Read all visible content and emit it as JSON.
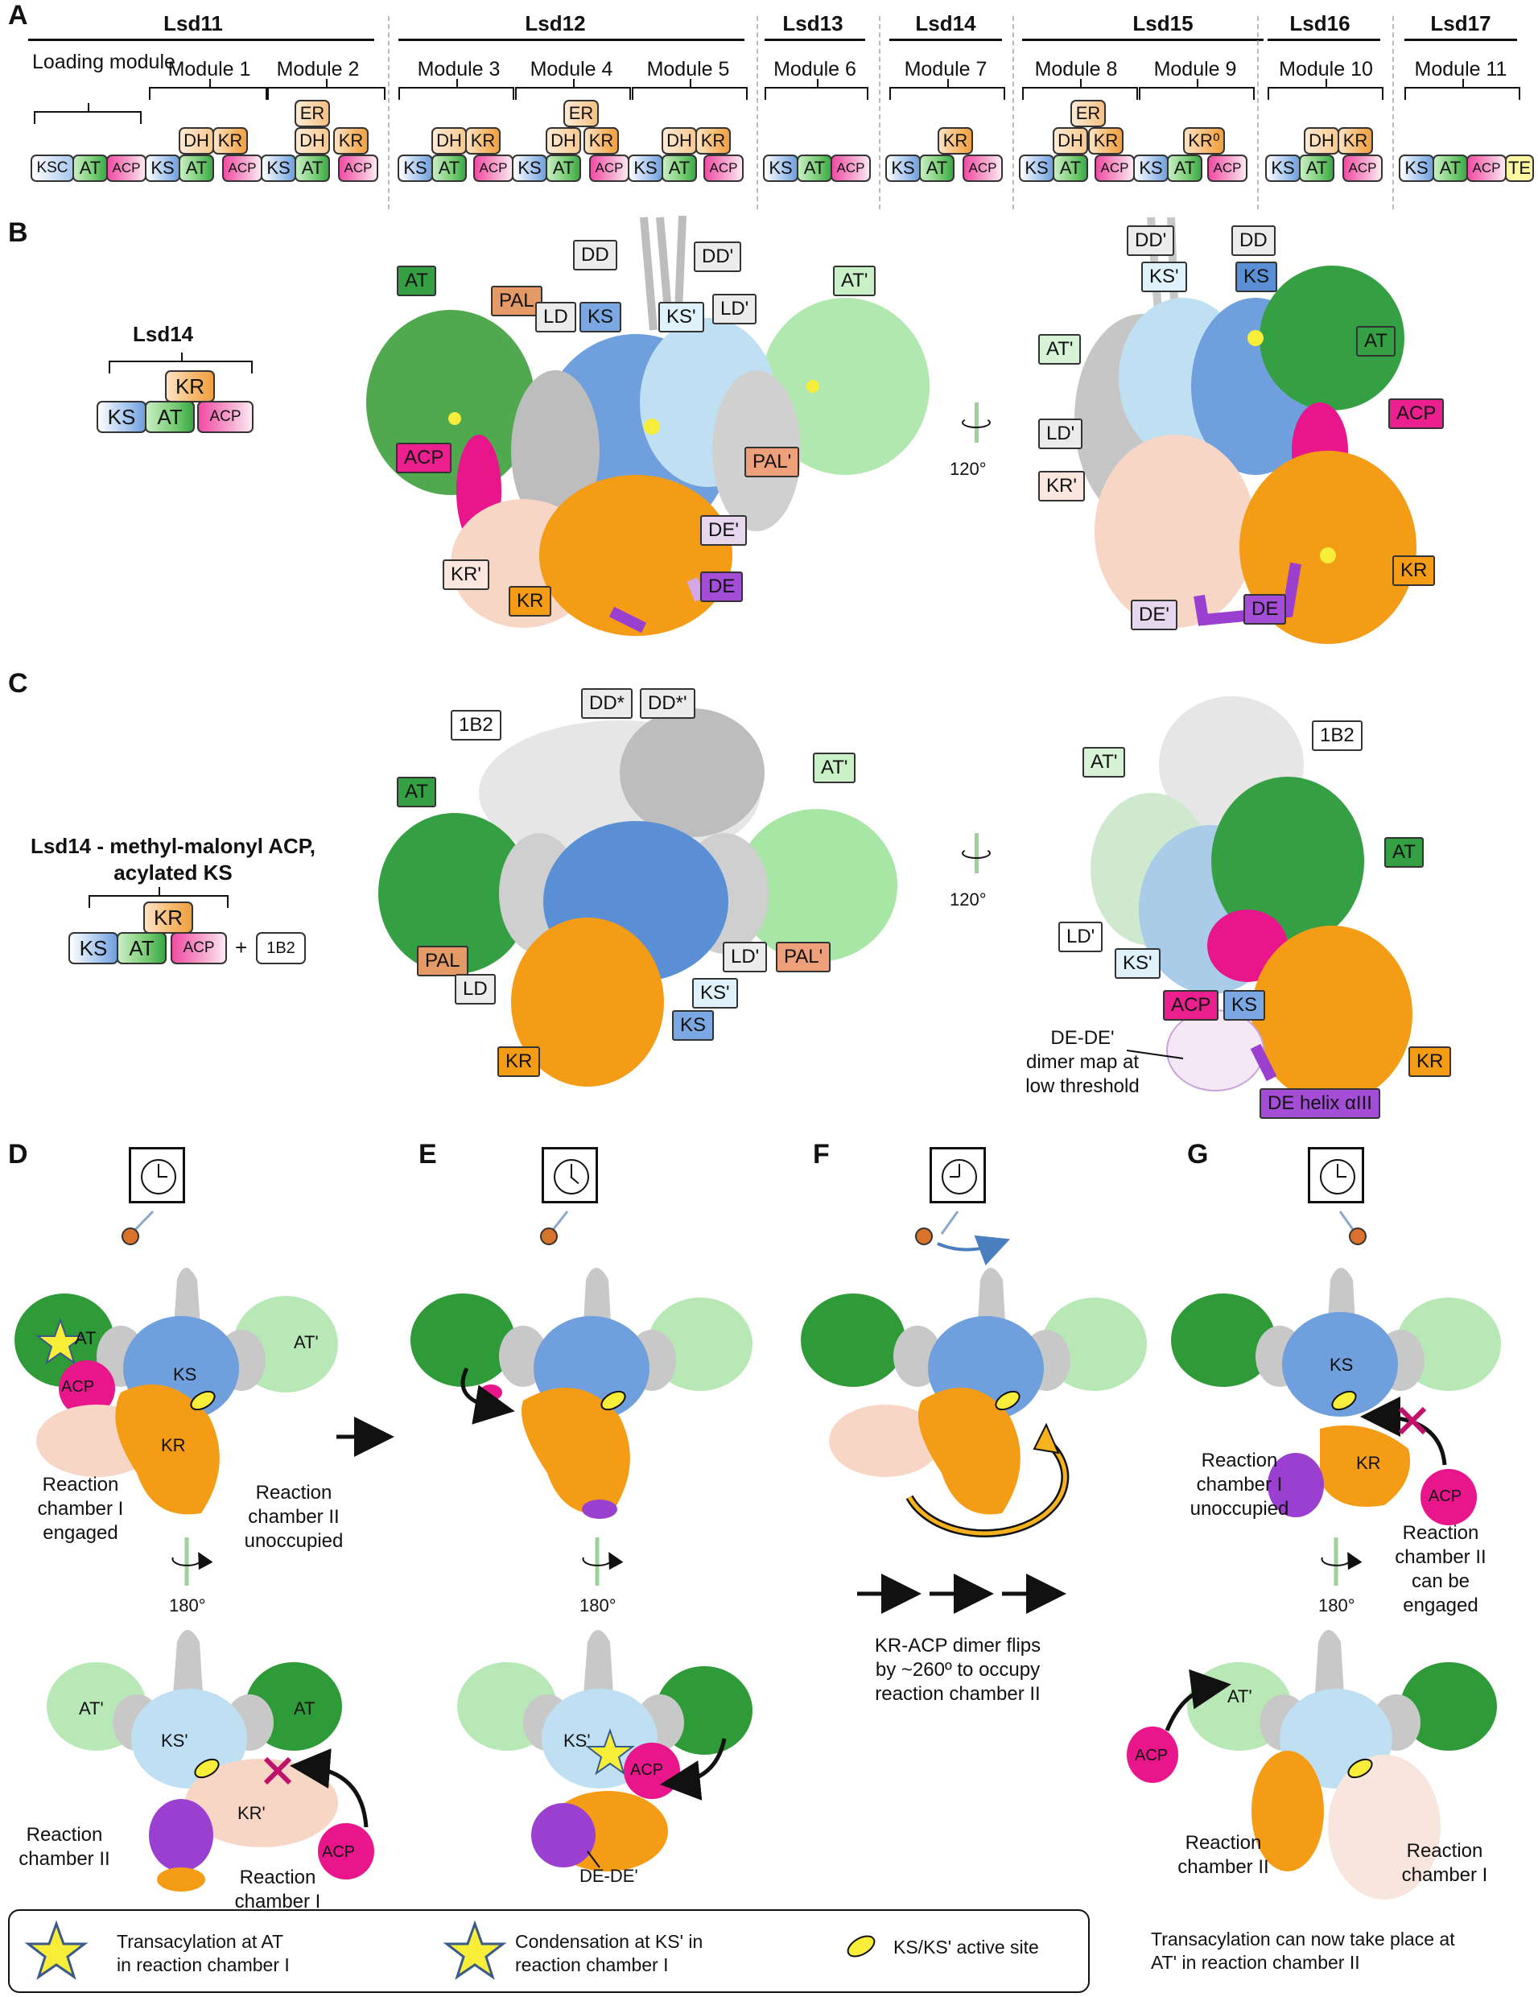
{
  "panels": {
    "A": "A",
    "B": "B",
    "C": "C",
    "D": "D",
    "E": "E",
    "F": "F",
    "G": "G"
  },
  "panelA": {
    "genes": [
      "Lsd11",
      "Lsd12",
      "Lsd13",
      "Lsd14",
      "Lsd15",
      "Lsd16",
      "Lsd17"
    ],
    "modules": [
      "Loading module",
      "Module 1",
      "Module 2",
      "Module 3",
      "Module 4",
      "Module 5",
      "Module 6",
      "Module 7",
      "Module 8",
      "Module 9",
      "Module 10",
      "Module 11"
    ],
    "domains": {
      "KSC": "KSC",
      "KS": "KS",
      "AT": "AT",
      "ACP": "ACP",
      "DH": "DH",
      "KR": "KR",
      "ER": "ER",
      "KR0": "KR⁰",
      "TE": "TE"
    }
  },
  "panelB": {
    "schematic_title": "Lsd14",
    "labels_left": {
      "DD": "DD",
      "DD_p": "DD'",
      "AT": "AT",
      "AT_p": "AT'",
      "PAL": "PAL",
      "LD": "LD",
      "KS": "KS",
      "KS_p": "KS'",
      "LD_p": "LD'",
      "ACP": "ACP",
      "PAL_p": "PAL'",
      "DE_p": "DE'",
      "KR_p": "KR'",
      "KR": "KR",
      "DE": "DE"
    },
    "rotation": "120°",
    "labels_right": {
      "DD_p": "DD'",
      "DD": "DD",
      "KS_p": "KS'",
      "KS": "KS",
      "AT_p": "AT'",
      "AT": "AT",
      "LD_p": "LD'",
      "ACP": "ACP",
      "KR_p": "KR'",
      "KR": "KR",
      "DE_p": "DE'",
      "DE": "DE"
    }
  },
  "panelC": {
    "schematic_title_1": "Lsd14 - methyl-malonyl ACP,",
    "schematic_title_2": "acylated KS",
    "plus": "+",
    "antibody": "1B2",
    "labels_left": {
      "B12": "1B2",
      "DDs": "DD*",
      "DDsp": "DD*'",
      "AT": "AT",
      "AT_p": "AT'",
      "PAL": "PAL",
      "LD": "LD",
      "LD_p": "LD'",
      "PAL_p": "PAL'",
      "KS_p": "KS'",
      "KS": "KS",
      "KR": "KR"
    },
    "rotation": "120°",
    "labels_right": {
      "B12": "1B2",
      "AT_p": "AT'",
      "AT": "AT",
      "LD_p": "LD'",
      "KS_p": "KS'",
      "ACP": "ACP",
      "KS": "KS",
      "KR": "KR",
      "DE_helix": "DE helix αIII"
    },
    "annotation_1": "DE-DE'",
    "annotation_2": "dimer map at",
    "annotation_3": "low threshold"
  },
  "panelD": {
    "top": {
      "AT": "AT",
      "ATp": "AT'",
      "ACP": "ACP",
      "KS": "KS",
      "KR": "KR"
    },
    "rc1_1": "Reaction",
    "rc1_2": "chamber I",
    "rc1_3": "engaged",
    "rc2_1": "Reaction",
    "rc2_2": "chamber II",
    "rc2_3": "unoccupied",
    "rotation": "180°",
    "bottom": {
      "ATp": "AT'",
      "AT": "AT",
      "KSp": "KS'",
      "KRp": "KR'",
      "ACP": "ACP"
    },
    "b_rc2_1": "Reaction",
    "b_rc2_2": "chamber II",
    "b_rc1_1": "Reaction",
    "b_rc1_2": "chamber I"
  },
  "panelE": {
    "rotation": "180°",
    "KSp": "KS'",
    "ACP": "ACP",
    "DEDE": "DE-DE'"
  },
  "panelF": {
    "cap1": "KR-ACP dimer flips",
    "cap2": "by ~260º to occupy",
    "cap3": "reaction chamber II"
  },
  "panelG": {
    "KS": "KS",
    "KR": "KR",
    "ACP": "ACP",
    "rc1_1": "Reaction",
    "rc1_2": "chamber I",
    "rc1_3": "unoccupied",
    "rc2_1": "Reaction",
    "rc2_2": "chamber II",
    "rc2_3": "can be",
    "rc2_4": "engaged",
    "rotation": "180°",
    "b_ATp": "AT'",
    "b_ACP": "ACP",
    "b_rc2_1": "Reaction",
    "b_rc2_2": "chamber II",
    "b_rc1_1": "Reaction",
    "b_rc1_2": "chamber I",
    "note1": "Transacylation can now take place at",
    "note2": "AT' in reaction chamber II"
  },
  "legend": {
    "l1a": "Transacylation at AT",
    "l1b": "in reaction chamber I",
    "l2a": "Condensation at KS' in",
    "l2b": "reaction chamber I",
    "l3": "KS/KS' active site"
  },
  "colors": {
    "ks": "#6f9fdc",
    "ks_light": "#bfe0f2",
    "at": "#35a043",
    "at_light": "#a8e6a6",
    "acp": "#e8158b",
    "kr": "#f49c16",
    "kr_light": "#f8d6c6",
    "dd": "#c8c8c8",
    "de": "#9b3fd0",
    "pal": "#b8652f",
    "star": "#f8ee3a"
  }
}
